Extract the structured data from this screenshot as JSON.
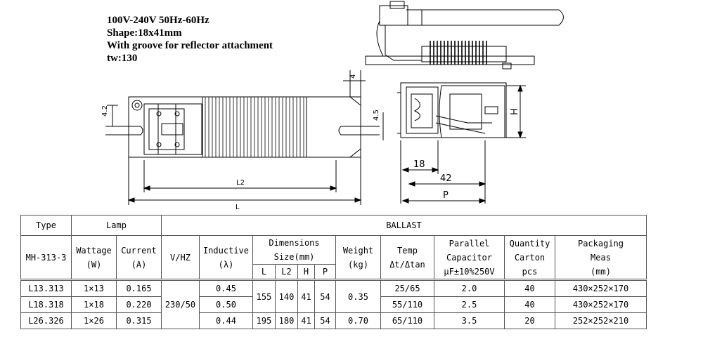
{
  "spec": {
    "voltage": "100V-240V 50Hz-60Hz",
    "shape": "Shape:18x41mm",
    "groove": "With groove for reflector attachment",
    "tw": "tw:130"
  },
  "dims": {
    "d42v": "4.2",
    "d45": "4.5",
    "d4": "4",
    "L2": "L2",
    "L": "L",
    "H": "H",
    "d18": "18",
    "d42": "42",
    "P": "P"
  },
  "table": {
    "h_type": "Type",
    "h_lamp": "Lamp",
    "h_ballast": "BALLAST",
    "model": "MH-313-3",
    "h_wattage": "Wattage",
    "h_wattage_unit": "(W)",
    "h_current": "Current",
    "h_current_unit": "(A)",
    "h_vhz": "V/HZ",
    "h_inductive": "Inductive",
    "h_inductive_unit": "(λ)",
    "h_dimensions": "Dimensions",
    "h_dimensions_unit": "Size(mm)",
    "h_L": "L",
    "h_L2": "L2",
    "h_H": "H",
    "h_P": "P",
    "h_weight": "Weight",
    "h_weight_unit": "(kg)",
    "h_temp": "Temp",
    "h_temp_unit": "Δt/Δtan",
    "h_cap1": "Parallel",
    "h_cap2": "Capacitor",
    "h_cap3": "μF±10%250V",
    "h_qty1": "Quantity",
    "h_qty2": "Carton",
    "h_qty3": "pcs",
    "h_pack1": "Packaging",
    "h_pack2": "Meas",
    "h_pack3": "(mm)",
    "vhz": "230/50",
    "rows": [
      {
        "type": "L13.313",
        "wattage": "1×13",
        "current": "0.165",
        "inductive": "0.45",
        "temp": "25/65",
        "cap": "2.0",
        "qty": "40",
        "pack": "430×252×170"
      },
      {
        "type": "L18.318",
        "wattage": "1×18",
        "current": "0.220",
        "inductive": "0.50",
        "temp": "55/110",
        "cap": "2.5",
        "qty": "40",
        "pack": "430×252×170"
      },
      {
        "type": "L26.326",
        "wattage": "1×26",
        "current": "0.315",
        "inductive": "0.44",
        "temp": "65/110",
        "cap": "3.5",
        "qty": "20",
        "pack": "252×252×210"
      }
    ],
    "group12": {
      "L": "155",
      "L2": "140",
      "H": "41",
      "P": "54",
      "weight": "0.35"
    },
    "row3": {
      "L": "195",
      "L2": "180",
      "H": "41",
      "P": "54",
      "weight": "0.70"
    }
  }
}
